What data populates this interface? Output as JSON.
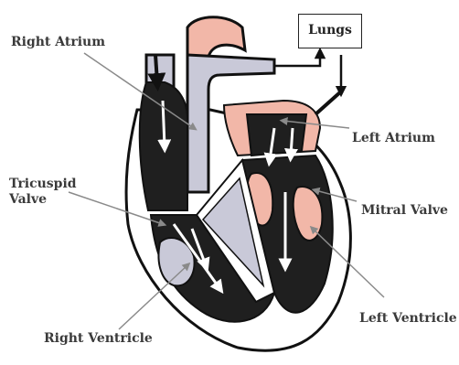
{
  "labels": {
    "right_atrium": "Right Atrium",
    "tricuspid_line1": "Tricuspid",
    "tricuspid_line2": "Valve",
    "right_ventricle": "Right Ventricle",
    "lungs": "Lungs",
    "left_atrium": "Left Atrium",
    "mitral_valve": "Mitral Valve",
    "left_ventricle": "Left Ventricle"
  },
  "colors": {
    "deoxygenated": "#1f1f1f",
    "oxygenated": "#f2b7a8",
    "vessel_wall": "#c9c9d8",
    "outline": "#111111"
  }
}
